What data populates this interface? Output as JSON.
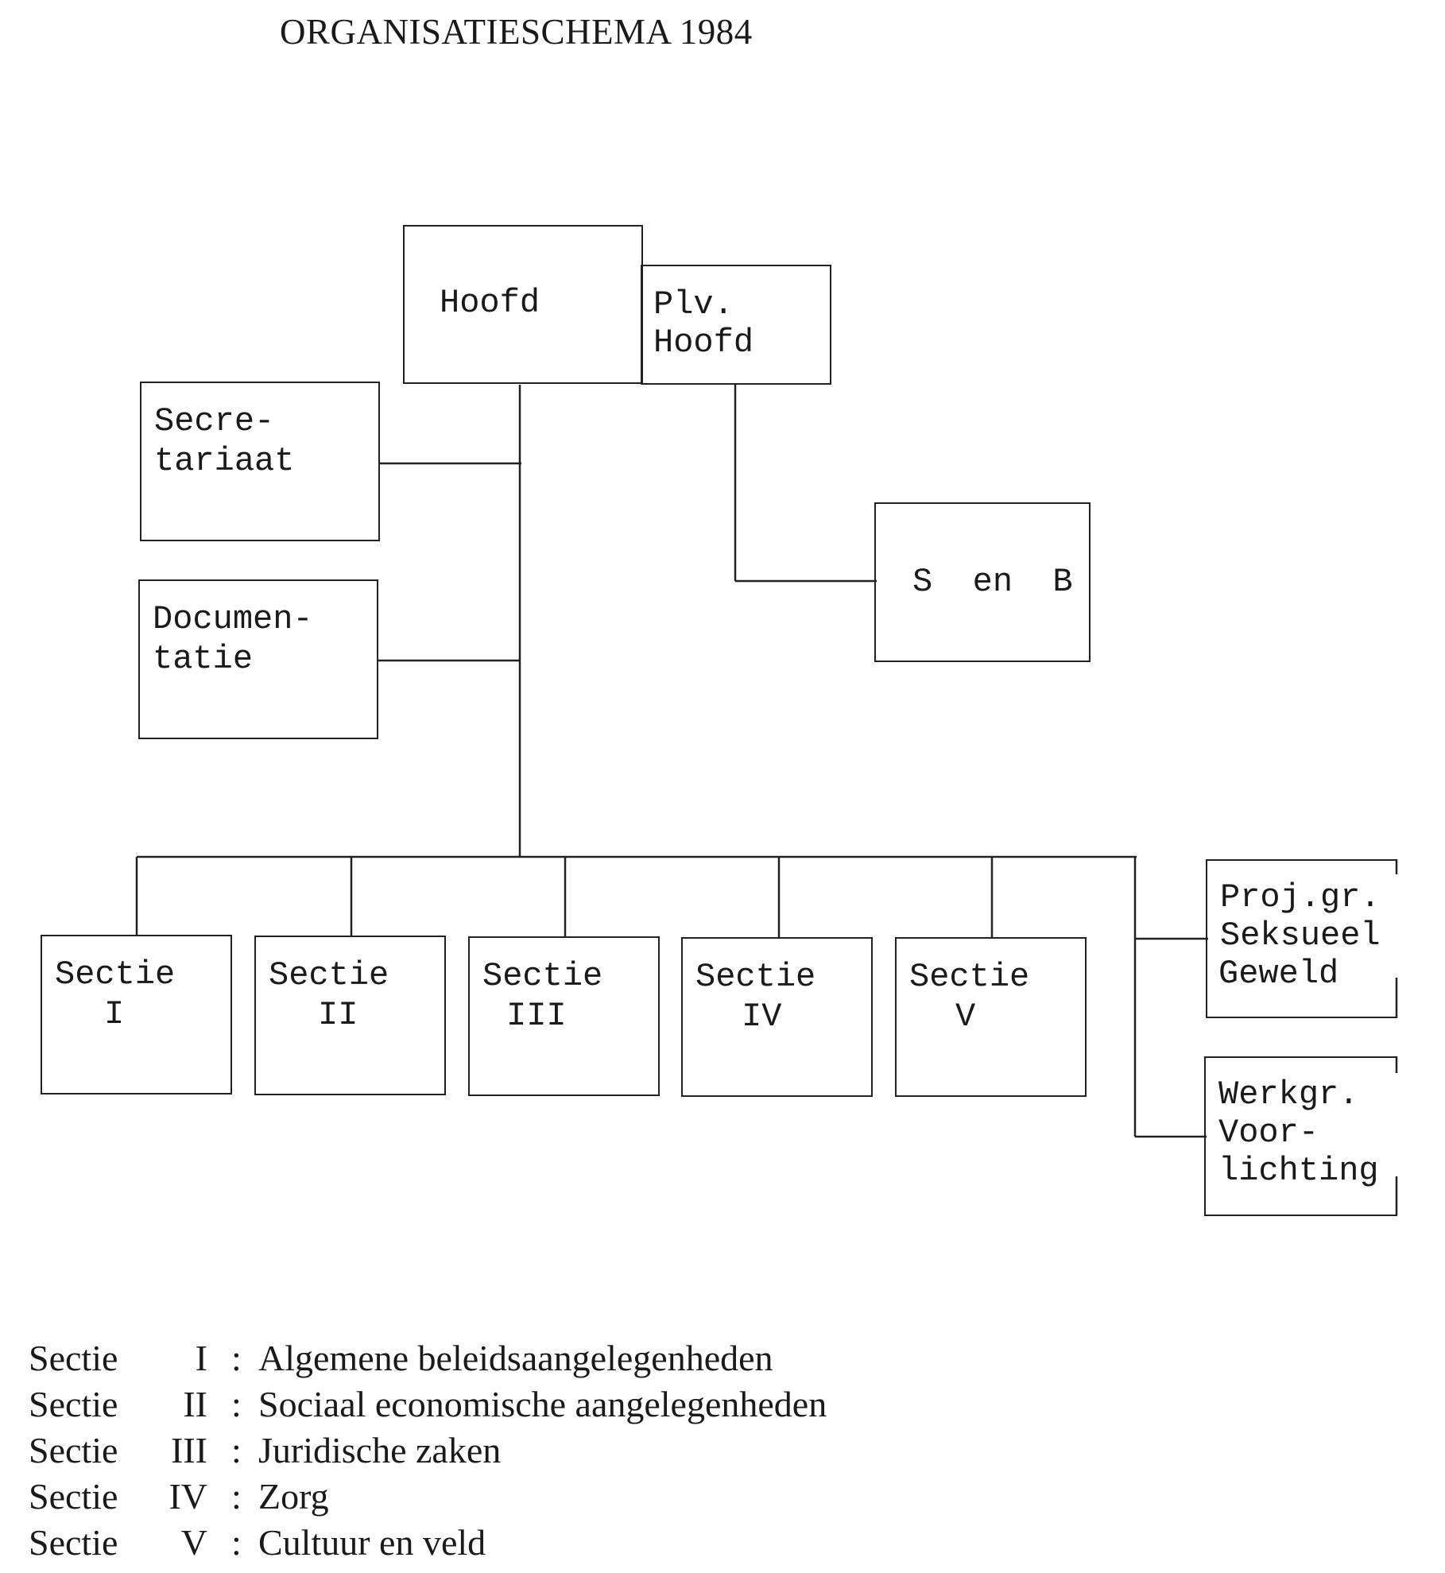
{
  "title": "ORGANISATIESCHEMA 1984",
  "boxes": {
    "hoofd": [
      "Hoofd"
    ],
    "plv_hoofd": [
      "Plv.",
      "Hoofd"
    ],
    "secretariaat": [
      "Secre-",
      "tariaat"
    ],
    "documentatie": [
      "Documen-",
      "tatie"
    ],
    "s_en_b": [
      "S  en  B"
    ],
    "sectie_1": [
      "Sectie",
      "I"
    ],
    "sectie_2": [
      "Sectie",
      "II"
    ],
    "sectie_3": [
      "Sectie",
      "III"
    ],
    "sectie_4": [
      "Sectie",
      "IV"
    ],
    "sectie_5": [
      "Sectie",
      "V"
    ],
    "projgr": [
      "Proj.gr.",
      "Seksueel",
      "Geweld"
    ],
    "werkgr": [
      "Werkgr.",
      "Voor-",
      "lichting"
    ]
  },
  "legend": [
    {
      "word": "Sectie",
      "numeral": "I",
      "description": "Algemene beleidsaangelegenheden"
    },
    {
      "word": "Sectie",
      "numeral": "II",
      "description": "Sociaal economische aangelegenheden"
    },
    {
      "word": "Sectie",
      "numeral": "III",
      "description": "Juridische zaken"
    },
    {
      "word": "Sectie",
      "numeral": "IV",
      "description": "Zorg"
    },
    {
      "word": "Sectie",
      "numeral": "V",
      "description": "Cultuur en veld"
    }
  ],
  "legend_separator": ":"
}
